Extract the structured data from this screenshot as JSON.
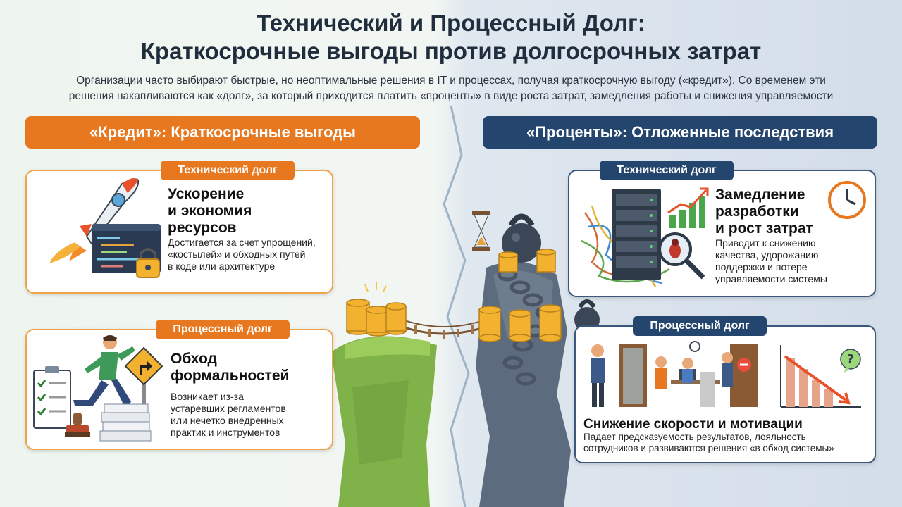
{
  "header": {
    "title_line1": "Технический и Процессный Долг:",
    "title_line2": "Краткосрочные выгоды против долгосрочных затрат",
    "subtitle_line1": "Организации часто выбирают быстрые, но неоптимальные решения в IT и процессах, получая краткосрочную выгоду («кредит»). Со временем эти",
    "subtitle_line2": "решения накапливаются как «долг», за который приходится платить «проценты» в виде роста затрат, замедления работы и снижения управляемости"
  },
  "left": {
    "banner": "«Кредит»: Краткосрочные выгоды",
    "tech_card": {
      "tag": "Технический долг",
      "head": [
        "Ускорение",
        "и экономия",
        "ресурсов"
      ],
      "desc": [
        "Достигается за счет упрощений,",
        "«костылей» и обходных путей",
        "в коде или архитектуре"
      ]
    },
    "process_card": {
      "tag": "Процессный долг",
      "head": [
        "Обход",
        "формальностей"
      ],
      "desc": [
        "Возникает из-за",
        "устаревших регламентов",
        "или нечетко внедренных",
        "практик и инструментов"
      ]
    }
  },
  "right": {
    "banner": "«Проценты»: Отложенные последствия",
    "tech_card": {
      "tag": "Технический долг",
      "head": [
        "Замедление",
        "разработки",
        "и рост затрат"
      ],
      "desc": [
        "Приводит к снижению",
        "качества, удорожанию",
        "поддержки и потере",
        "управляемости системы"
      ]
    },
    "process_card": {
      "tag": "Процессный долг",
      "head": "Снижение скорости и мотивации",
      "desc": [
        "Падает предсказуемость результатов, лояльность",
        "сотрудников и развиваются решения «в обход системы»"
      ]
    }
  },
  "colors": {
    "orange": "#e8781f",
    "navy": "#24466e",
    "gold": "#f2b230"
  },
  "icons": [
    "rocket-icon",
    "code-window-icon",
    "padlock-icon",
    "running-man-icon",
    "turn-sign-icon",
    "checklist-icon",
    "stamp-icon",
    "server-rack-icon",
    "tangled-cables-icon",
    "growth-chart-icon",
    "bug-magnifier-icon",
    "clock-icon",
    "hourglass-icon",
    "kettlebell-icon",
    "chain-icon",
    "coin-stack-icon",
    "rope-bridge-icon",
    "office-workers-icon",
    "declining-chart-icon",
    "question-bubble-icon"
  ]
}
